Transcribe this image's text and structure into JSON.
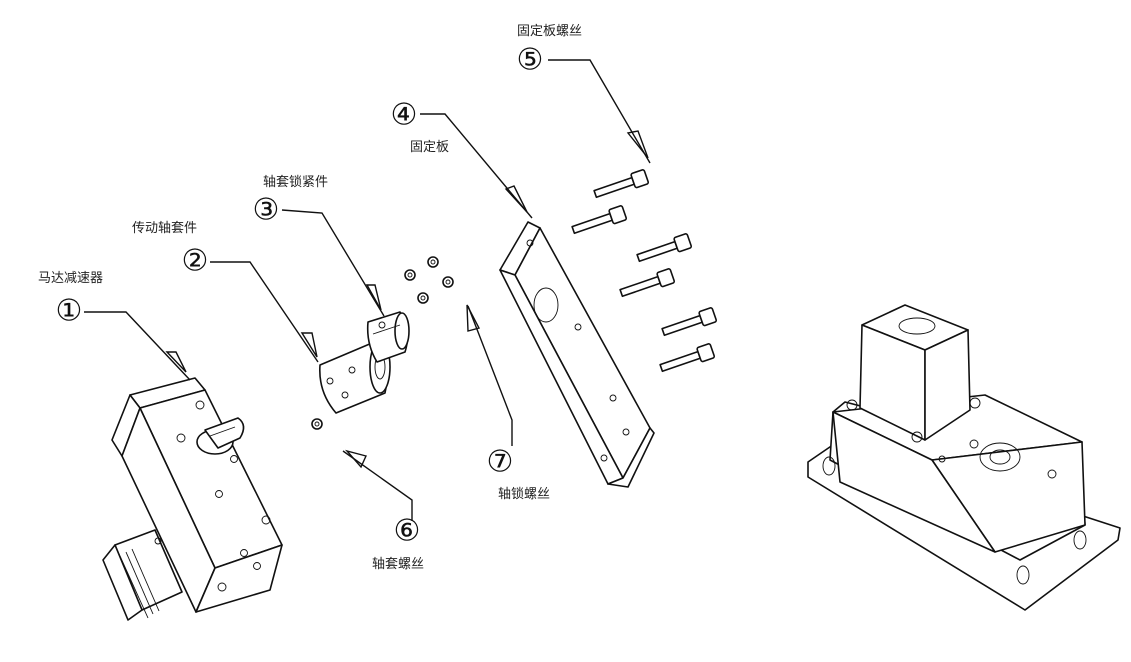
{
  "callouts": [
    {
      "id": "1",
      "number": "①",
      "label": "马达减速器"
    },
    {
      "id": "2",
      "number": "②",
      "label": "传动轴套件"
    },
    {
      "id": "3",
      "number": "③",
      "label": "轴套锁紧件"
    },
    {
      "id": "4",
      "number": "④",
      "label": "固定板"
    },
    {
      "id": "5",
      "number": "⑤",
      "label": "固定板螺丝"
    },
    {
      "id": "6",
      "number": "⑥",
      "label": "轴套螺丝"
    },
    {
      "id": "7",
      "number": "⑦",
      "label": "轴锁螺丝"
    }
  ],
  "icons": [
    "motor-gearbox-icon",
    "shaft-coupling-icon",
    "mounting-plate-icon",
    "screw-icon",
    "assembled-unit-icon"
  ],
  "colors": {
    "line": "#111111",
    "background": "#ffffff"
  }
}
